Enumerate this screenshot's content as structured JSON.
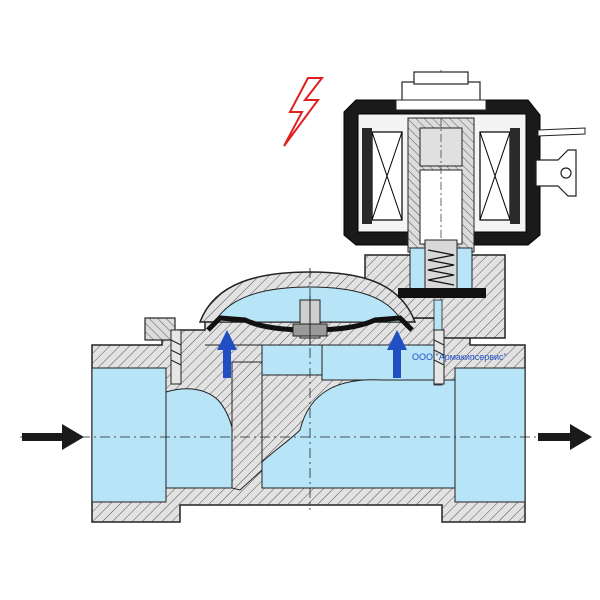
{
  "diagram": {
    "watermark": "ООО \"Армакипсервис\"",
    "colors": {
      "fluid": "#b8e4f7",
      "metal": "#dcdcdc",
      "hatch": "#555555",
      "outline": "#222222",
      "coil_housing": "#1a1a1a",
      "flow_arrow": "#1a1a1a",
      "pressure_arrow": "#1f4fc2",
      "lightning_fill": "#ffffff",
      "lightning_stroke": "#e02020",
      "watermark": "#1f4fc2"
    },
    "icons": {
      "inlet": "right-arrow",
      "outlet": "right-arrow",
      "power": "lightning-bolt",
      "pressure": "up-arrow"
    }
  }
}
